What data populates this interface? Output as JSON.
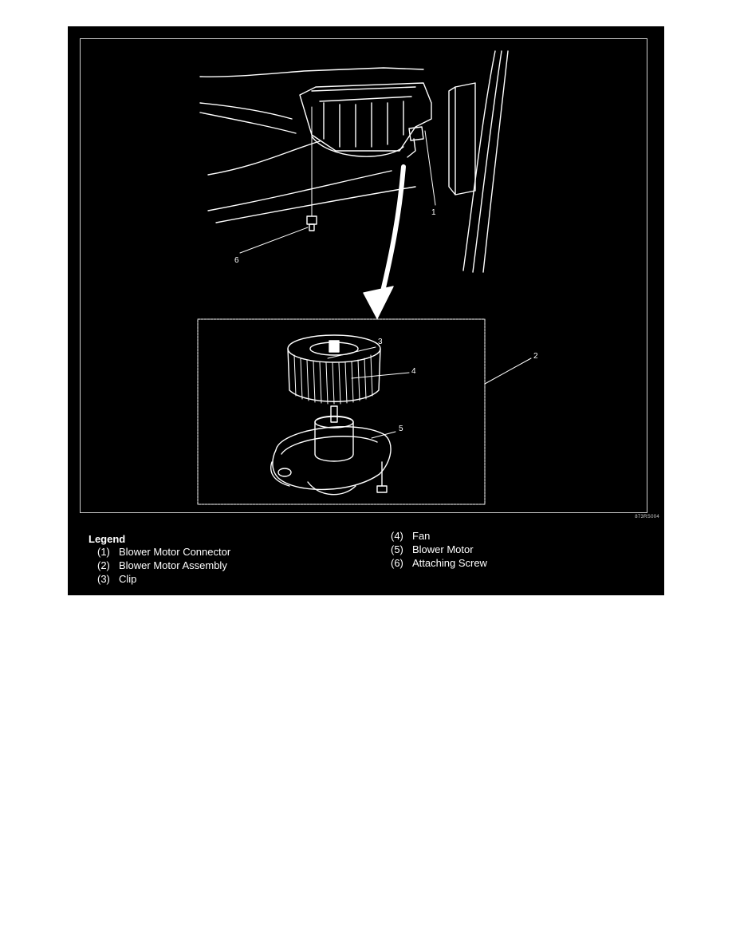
{
  "figure": {
    "code": "873RS004",
    "callouts": {
      "c1": "1",
      "c2": "2",
      "c3": "3",
      "c4": "4",
      "c5": "5",
      "c6": "6"
    }
  },
  "legend": {
    "title": "Legend",
    "items": [
      {
        "number": "(1)",
        "label": "Blower Motor Connector"
      },
      {
        "number": "(2)",
        "label": "Blower Motor Assembly"
      },
      {
        "number": "(3)",
        "label": "Clip"
      },
      {
        "number": "(4)",
        "label": "Fan"
      },
      {
        "number": "(5)",
        "label": "Blower Motor"
      },
      {
        "number": "(6)",
        "label": "Attaching Screw"
      }
    ]
  }
}
